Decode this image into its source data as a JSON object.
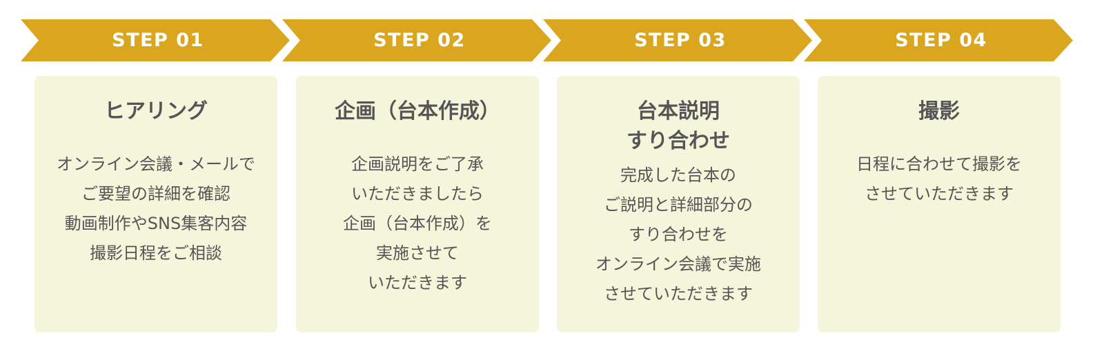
{
  "colors": {
    "chevron": "#dba61f",
    "card_background": "#f5f5dc",
    "text": "#555555",
    "chevron_text": "#ffffff"
  },
  "steps": [
    {
      "label": "STEP 01",
      "title_lines": [
        "ヒアリング"
      ],
      "body_lines": [
        "オンライン会議・メールで",
        "ご要望の詳細を確認",
        "動画制作やSNS集客内容",
        "撮影日程をご相談"
      ]
    },
    {
      "label": "STEP 02",
      "title_lines": [
        "企画（台本作成）"
      ],
      "body_lines": [
        "企画説明をご了承",
        "いただきましたら",
        "企画（台本作成）を",
        "実施させて",
        "いただきます"
      ]
    },
    {
      "label": "STEP 03",
      "title_lines": [
        "台本説明",
        "すり合わせ"
      ],
      "body_lines": [
        "完成した台本の",
        "ご説明と詳細部分の",
        "すり合わせを",
        "オンライン会議で実施",
        "させていただきます"
      ]
    },
    {
      "label": "STEP 04",
      "title_lines": [
        "撮影"
      ],
      "body_lines": [
        "日程に合わせて撮影を",
        "させていただきます"
      ]
    }
  ]
}
